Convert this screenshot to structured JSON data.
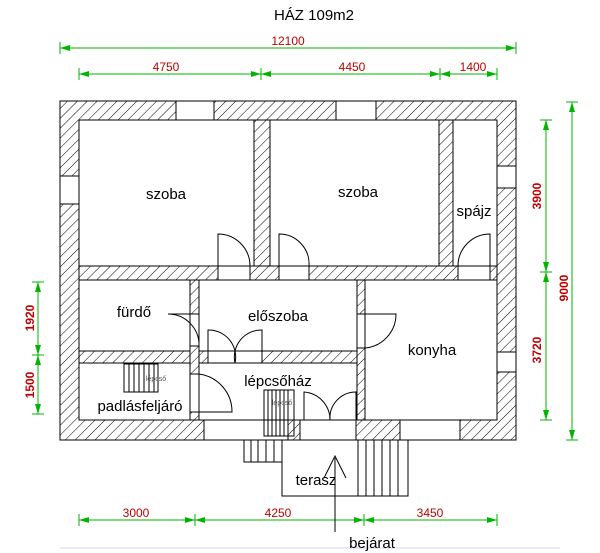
{
  "title": "HÁZ 109m2",
  "rooms": {
    "szoba1": "szoba",
    "szoba2": "szoba",
    "spajz": "spájz",
    "furdo": "fürdő",
    "eloszoba": "előszoba",
    "konyha": "konyha",
    "lepcsohaz": "lépcsőház",
    "padlasfeljaro": "padlásfeljáró",
    "terasz": "terasz",
    "bejarat": "bejárat"
  },
  "stair_labels": {
    "a": "lépcső",
    "b": "lépcső"
  },
  "dimensions": {
    "total_width": "12100",
    "top_1": "4750",
    "top_2": "4450",
    "top_3": "1400",
    "bottom_1": "3000",
    "bottom_2": "4250",
    "bottom_3": "3450",
    "right_top": "3900",
    "right_bottom": "3720",
    "right_total": "9000",
    "left_top": "1920",
    "left_bottom": "1500"
  },
  "colors": {
    "dimension_line": "#00b400",
    "dimension_text": "#c00000",
    "wall": "#000000"
  }
}
